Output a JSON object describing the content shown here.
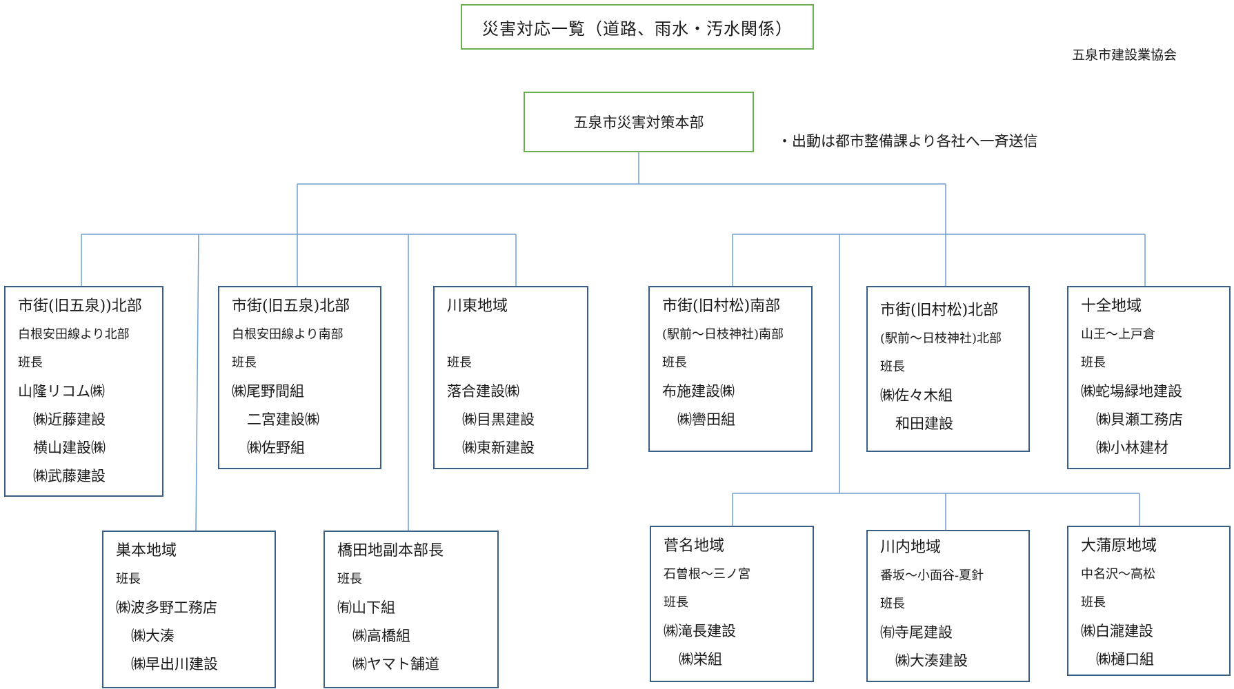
{
  "title": "災害対応一覧（道路、雨水・汚水関係）",
  "organization": "五泉市建設業協会",
  "headquarters": "五泉市災害対策本部",
  "note": "・出動は都市整備課より各社へ一斉送信",
  "chief_label": "班長",
  "areas": [
    {
      "name": "市街(旧五泉))北部",
      "subtitle": "白根安田線より北部",
      "companies": [
        "山隆リコム㈱",
        "㈱近藤建設",
        "横山建設㈱",
        "㈱武藤建設"
      ]
    },
    {
      "name": "市街(旧五泉)北部",
      "subtitle": "白根安田線より南部",
      "companies": [
        "㈱尾野間組",
        "二宮建設㈱",
        "㈱佐野組"
      ]
    },
    {
      "name": "川東地域",
      "subtitle": "",
      "companies": [
        "落合建設㈱",
        "㈱目黒建設",
        "㈱東新建設"
      ]
    },
    {
      "name": "巣本地域",
      "subtitle": "",
      "companies": [
        "㈱波多野工務店",
        "㈱大湊",
        "㈱早出川建設"
      ]
    },
    {
      "name": "橋田地副本部長",
      "subtitle": "",
      "companies": [
        "㈲山下組",
        "㈱高橋組",
        "㈱ヤマト舗道"
      ]
    },
    {
      "name": "市街(旧村松)南部",
      "subtitle": "(駅前～日枝神社)南部",
      "companies": [
        "布施建設㈱",
        "㈱轡田組"
      ]
    },
    {
      "name": "市街(旧村松)北部",
      "subtitle": "(駅前～日枝神社)北部",
      "companies": [
        "㈱佐々木組",
        "和田建設"
      ]
    },
    {
      "name": "十全地域",
      "subtitle": "山王～上戸倉",
      "companies": [
        "㈱蛇場緑地建設",
        "㈱貝瀬工務店",
        "㈱小林建材"
      ]
    },
    {
      "name": "菅名地域",
      "subtitle": "石曽根～三ノ宮",
      "companies": [
        "㈱滝長建設",
        "㈱栄組"
      ]
    },
    {
      "name": "川内地域",
      "subtitle": "番坂～小面谷-夏針",
      "companies": [
        "㈲寺尾建設",
        "㈱大湊建設"
      ]
    },
    {
      "name": "大蒲原地域",
      "subtitle": "中名沢～高松",
      "companies": [
        "㈱白瀧建設",
        "㈱樋口組"
      ]
    }
  ]
}
